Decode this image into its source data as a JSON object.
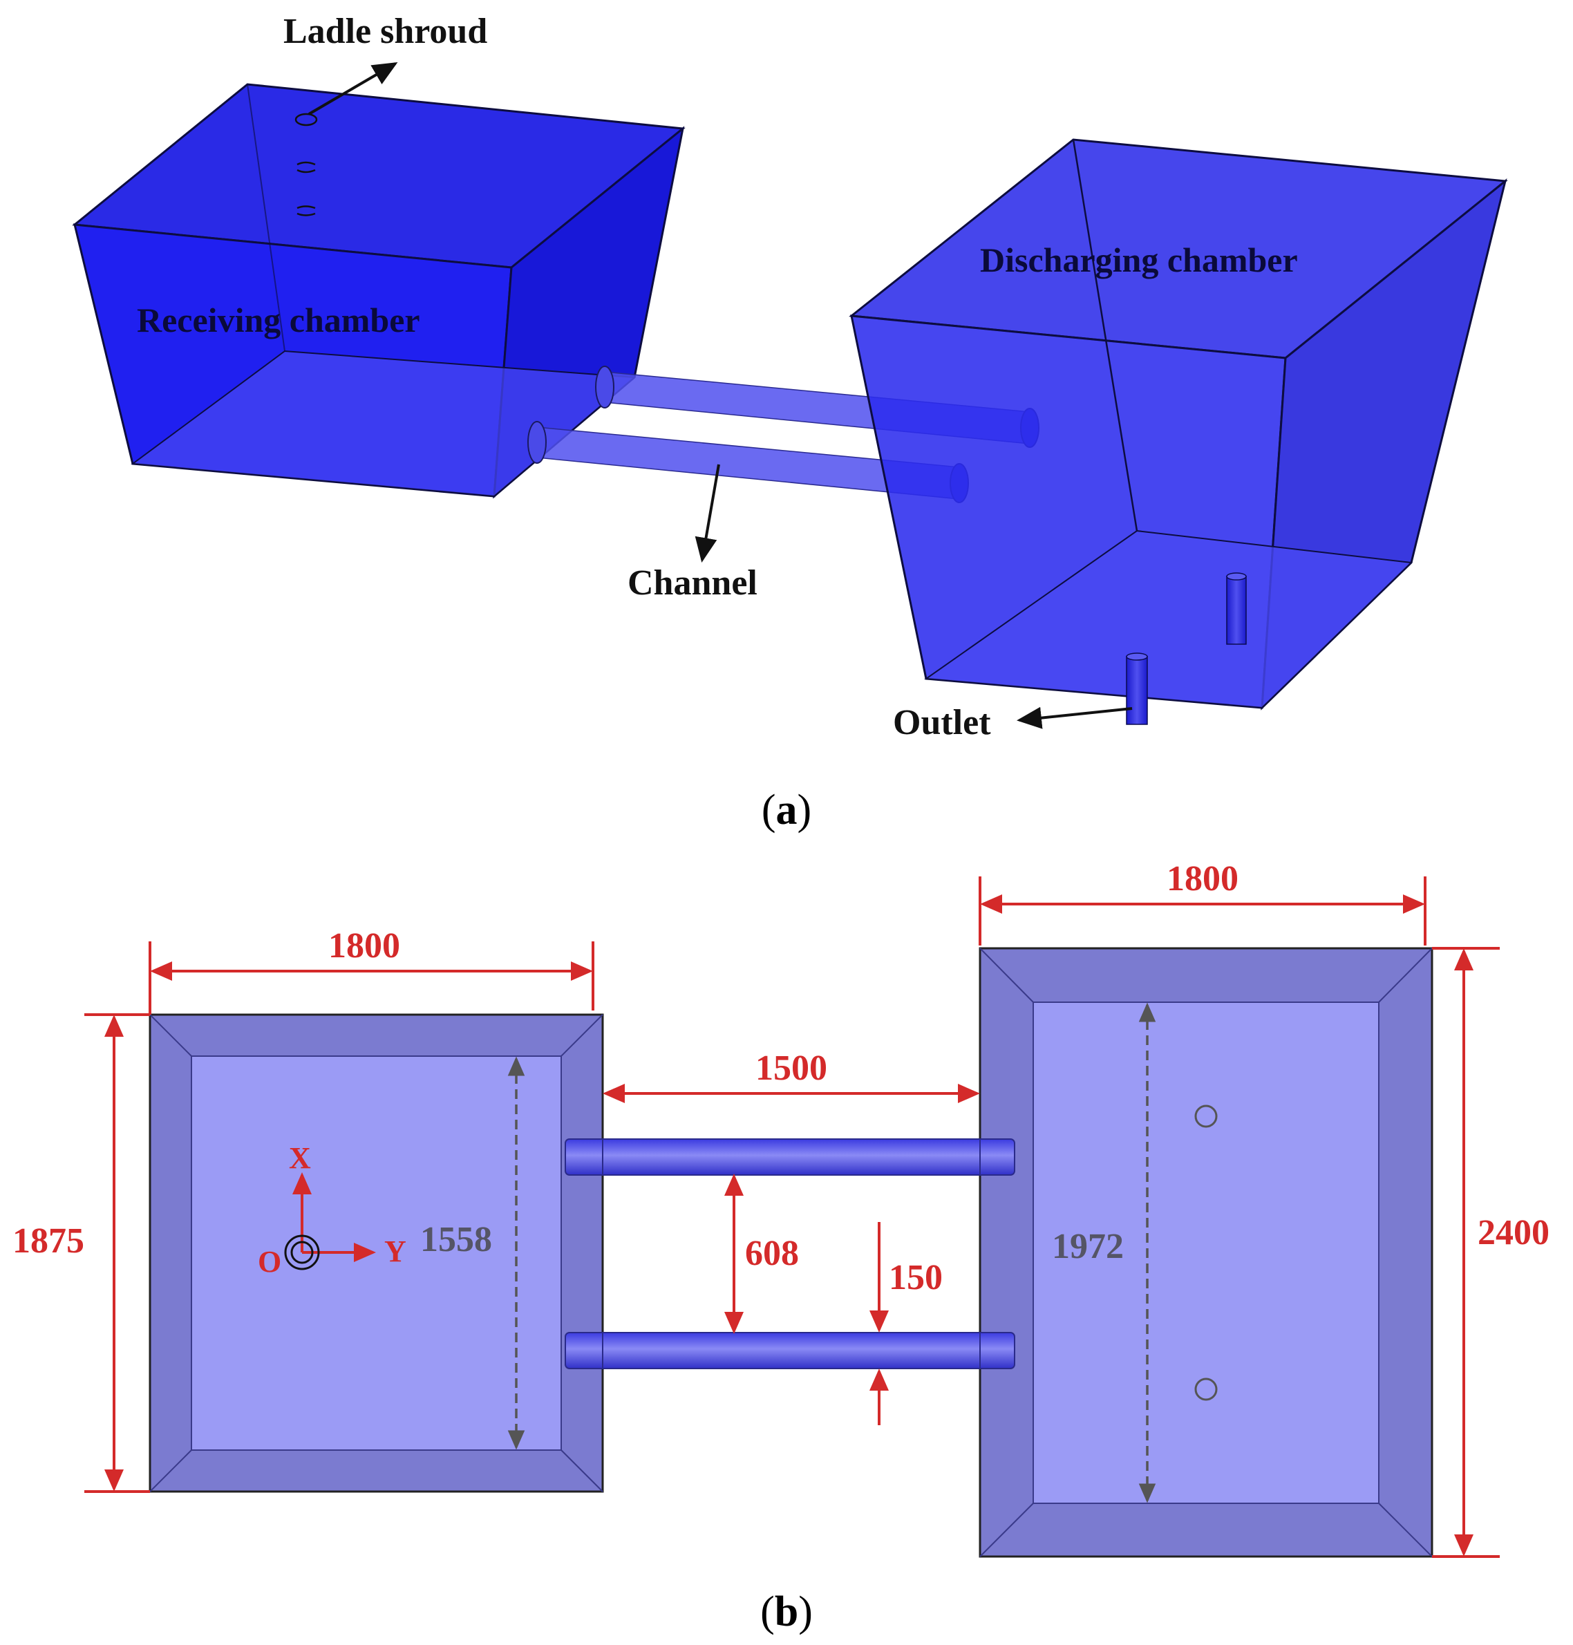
{
  "panel_a": {
    "labels": {
      "ladle_shroud": "Ladle shroud",
      "receiving_chamber": "Receiving chamber",
      "discharging_chamber": "Discharging chamber",
      "channel": "Channel",
      "outlet": "Outlet"
    },
    "caption_open": "(",
    "caption_letter": "a",
    "caption_close": ")"
  },
  "panel_b": {
    "dimensions": {
      "left_width": "1800",
      "right_width": "1800",
      "left_height": "1875",
      "right_height": "2400",
      "channel_length": "1500",
      "channel_spacing": "608",
      "channel_diameter": "150",
      "left_inner": "1558",
      "right_inner": "1972"
    },
    "axes": {
      "x": "X",
      "y": "Y",
      "origin": "O"
    },
    "caption_open": "(",
    "caption_letter": "b",
    "caption_close": ")"
  },
  "colors": {
    "chamber_fill": "#2323f0",
    "chamber_edge": "#0d0d40",
    "plan_outer": "#7b7bd0",
    "plan_inner": "#9b9bf5",
    "pipe": "#4a4ae6",
    "dimension_red": "#d42a2a"
  }
}
